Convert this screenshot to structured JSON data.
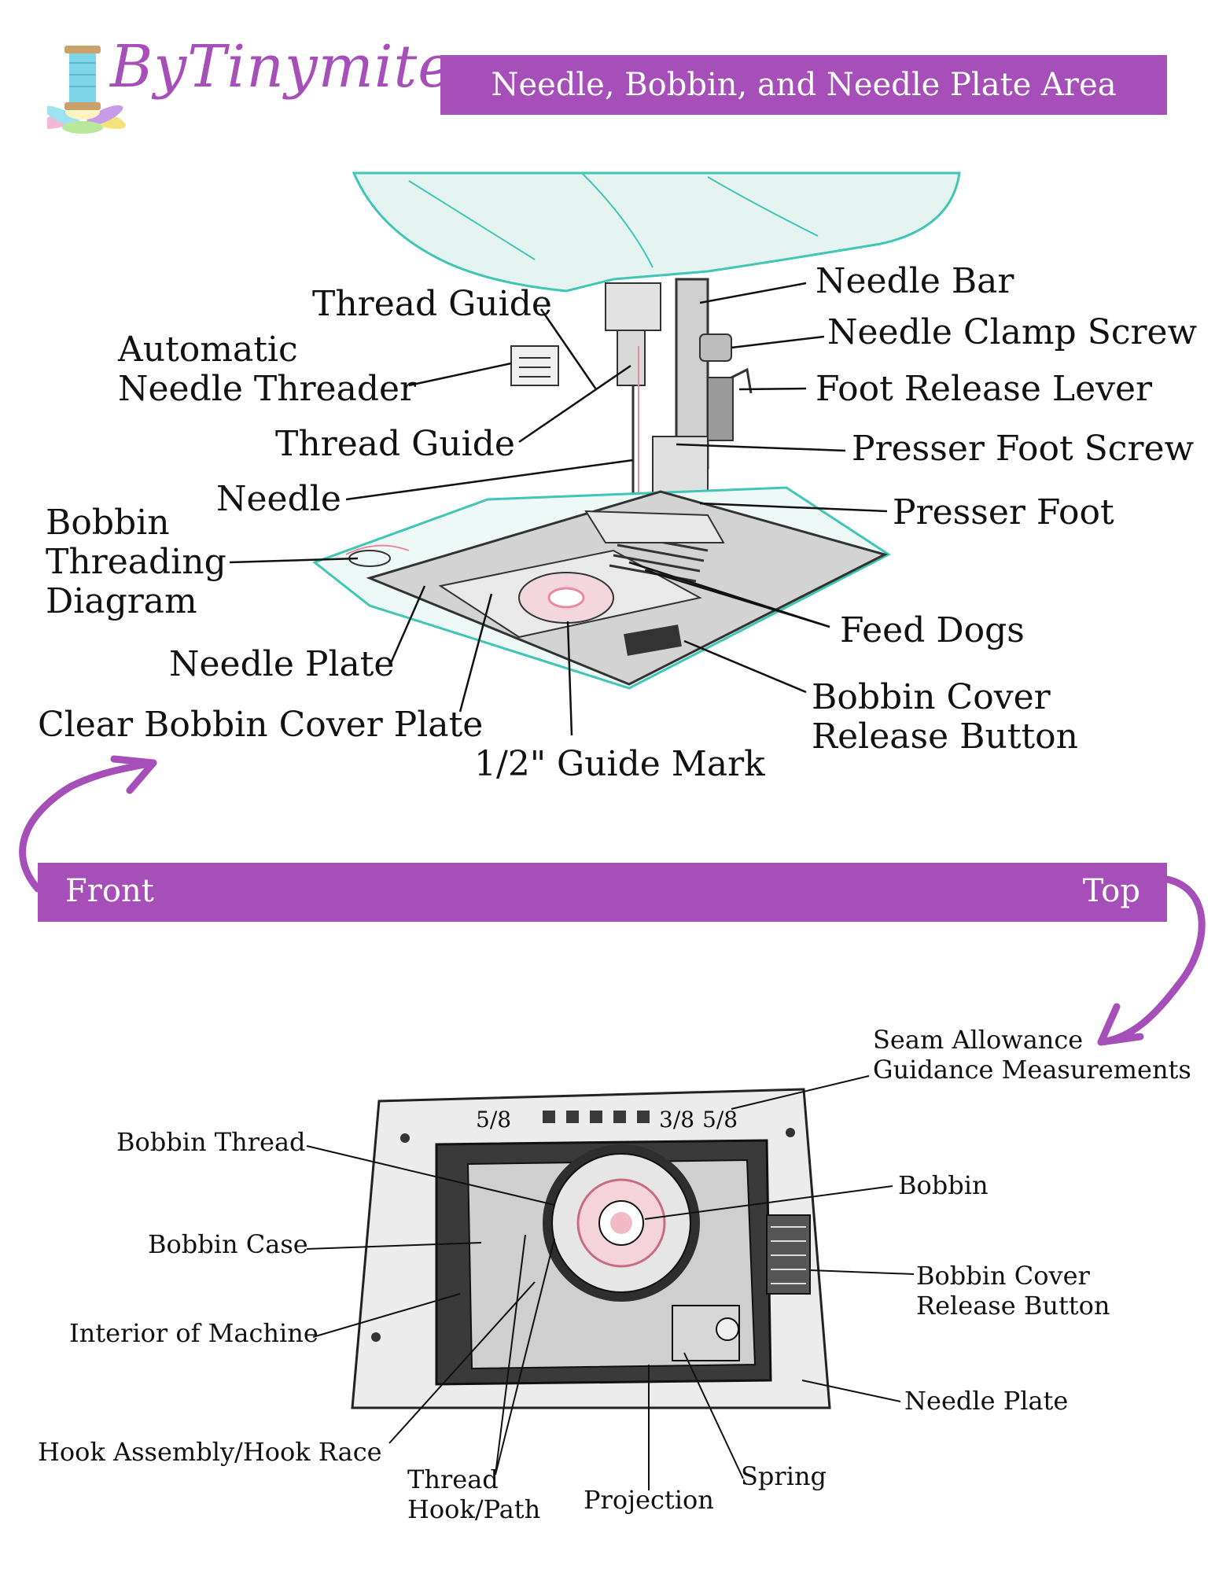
{
  "brand": {
    "logo_text": "ByTinymite"
  },
  "header": {
    "title": "Needle, Bobbin, and Needle Plate Area"
  },
  "banner": {
    "left": "Front",
    "right": "Top"
  },
  "front_labels": {
    "needle_bar": "Needle Bar",
    "thread_guide_upper": "Thread Guide",
    "needle_clamp_screw": "Needle Clamp Screw",
    "auto_threader_1": "Automatic",
    "auto_threader_2": "Needle Threader",
    "foot_release_lever": "Foot Release Lever",
    "thread_guide_lower": "Thread Guide",
    "presser_foot_screw": "Presser Foot Screw",
    "needle": "Needle",
    "presser_foot": "Presser Foot",
    "bobbin_threading_1": "Bobbin",
    "bobbin_threading_2": "Threading",
    "bobbin_threading_3": "Diagram",
    "feed_dogs": "Feed Dogs",
    "needle_plate": "Needle Plate",
    "bobbin_cover_release_1": "Bobbin Cover",
    "bobbin_cover_release_2": "Release Button",
    "clear_bobbin_cover": "Clear Bobbin Cover Plate",
    "guide_mark": "1/2\" Guide Mark"
  },
  "top_labels": {
    "seam_allowance_1": "Seam Allowance",
    "seam_allowance_2": "Guidance Measurements",
    "bobbin_thread": "Bobbin Thread",
    "bobbin": "Bobbin",
    "bobbin_case": "Bobbin Case",
    "bobbin_cover_release_1": "Bobbin Cover",
    "bobbin_cover_release_2": "Release Button",
    "interior": "Interior of Machine",
    "needle_plate": "Needle Plate",
    "hook_assembly": "Hook Assembly/Hook Race",
    "thread_hook_1": "Thread",
    "thread_hook_2": "Hook/Path",
    "projection": "Projection",
    "spring": "Spring"
  },
  "plate_marks": {
    "five_eighths": "5/8",
    "three_eighths": "3/8"
  },
  "colors": {
    "accent": "#a64fb8",
    "teal": "#3fc6b5",
    "thread_pink": "#e98aa0"
  }
}
